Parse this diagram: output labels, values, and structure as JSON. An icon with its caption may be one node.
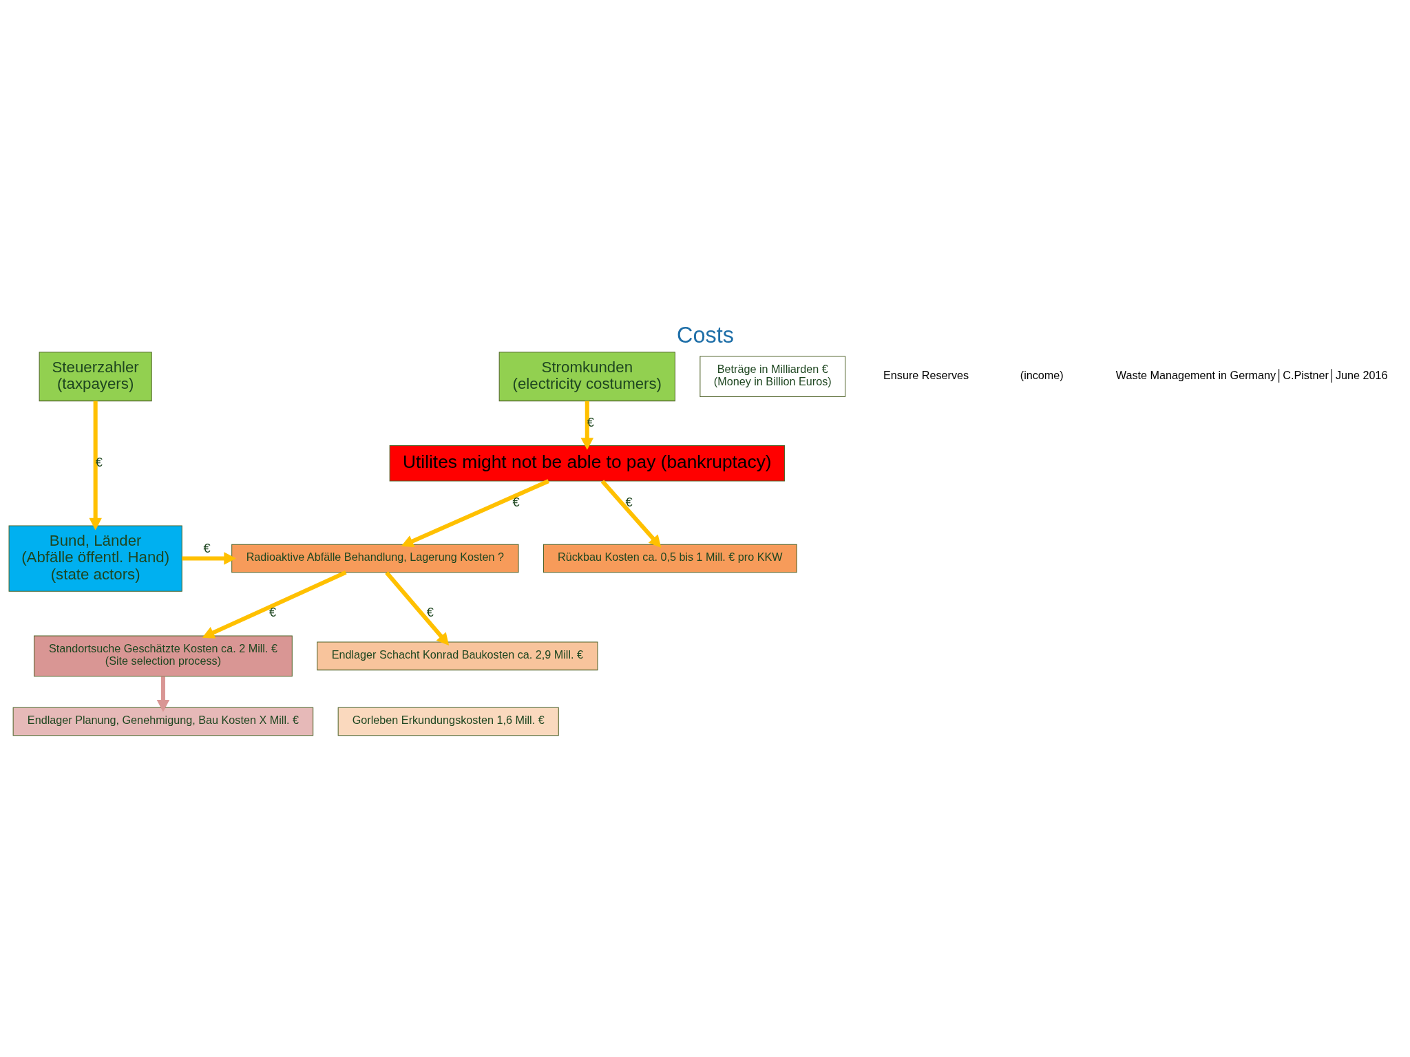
{
  "diagram": {
    "title": "Costs",
    "nodes": [
      {
        "text": [
          "Steuerzahler",
          "(taxpayers)"
        ]
      },
      {
        "text": [
          "Stromkunden",
          "(electricity costumers)"
        ]
      },
      {
        "text": [
          "Utilites might not be able to pay (bankruptacy)"
        ]
      },
      {
        "text": [
          "Bund, Länder",
          "(Abfälle öffentl. Hand)",
          "(state actors)"
        ]
      },
      {
        "text": [
          "Radioaktive Abfälle Behandlung, Lagerung Kosten ?"
        ]
      },
      {
        "text": [
          "Rückbau Kosten ca. 0,5 bis 1 Mill. € pro KKW"
        ]
      },
      {
        "text": [
          "Standortsuche Geschätzte Kosten ca. 2 Mill. €",
          "(Site selection process)"
        ]
      },
      {
        "text": [
          "Endlager Planung, Genehmigung, Bau Kosten X Mill. €"
        ]
      },
      {
        "text": [
          "Endlager Schacht Konrad Baukosten ca. 2,9 Mill. €"
        ]
      },
      {
        "text": [
          "Gorleben Erkundungskosten 1,6 Mill. €"
        ]
      },
      {
        "text": [
          "Beträge in Milliarden €",
          "(Money in Billion Euros)"
        ]
      }
    ],
    "edges": [
      {
        "from": 0,
        "to": 3,
        "arrow": "to",
        "label": "€"
      },
      {
        "from": 1,
        "to": 2,
        "arrow": "to",
        "label": "€"
      },
      {
        "from": 2,
        "to": 4,
        "arrow": "to",
        "label": "€"
      },
      {
        "from": 2,
        "to": 5,
        "arrow": "to",
        "label": "€"
      },
      {
        "from": 3,
        "to": 4,
        "arrow": "to",
        "label": "€"
      },
      {
        "from": 4,
        "to": 6,
        "arrow": "to",
        "label": "€"
      },
      {
        "from": 4,
        "to": 8,
        "arrow": "to",
        "label": "€"
      },
      {
        "from": 6,
        "to": 7,
        "arrow": "to",
        "color": "#d99694"
      }
    ],
    "labels": [
      "Ensure Reserves",
      "(income)",
      "Waste Management in Germany│C.Pistner│June 2016"
    ]
  }
}
